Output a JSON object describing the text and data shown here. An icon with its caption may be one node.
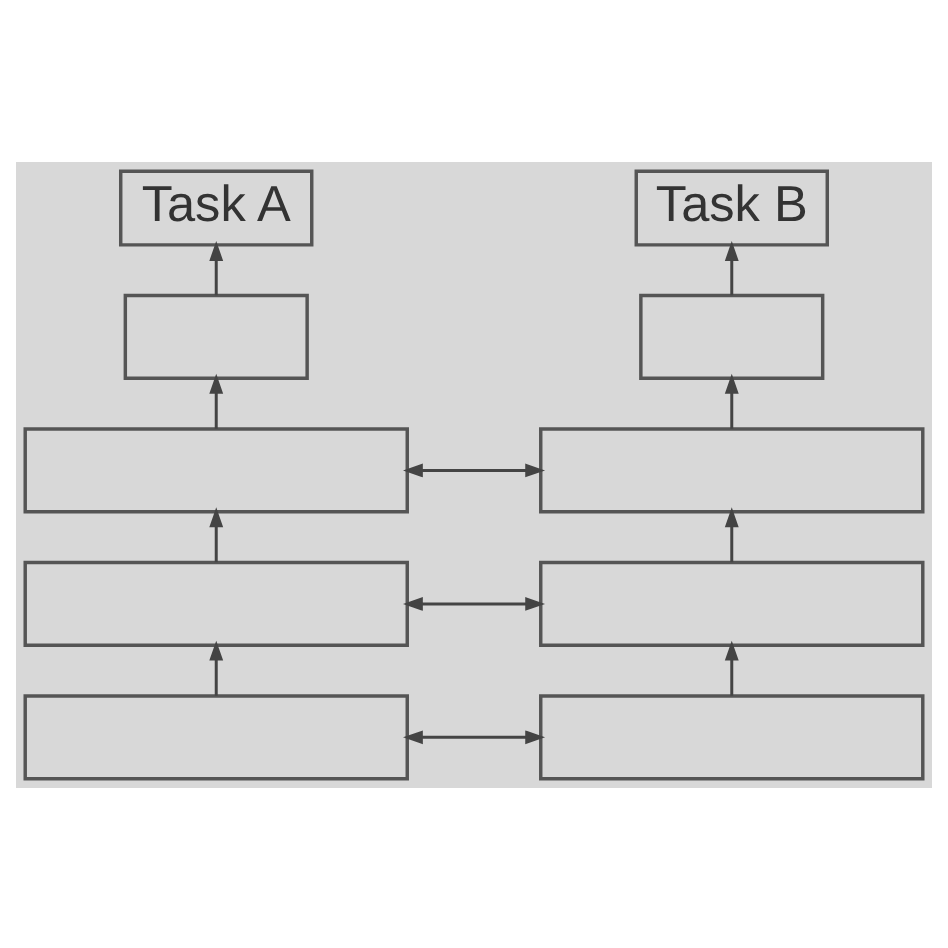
{
  "diagram": {
    "nodes": [
      {
        "text": [
          "Task A"
        ]
      },
      {
        "text": [
          "Task B"
        ]
      },
      {
        "text": [],
        "shape": "box"
      },
      {
        "text": [],
        "shape": "box"
      },
      {
        "text": [],
        "shape": "box"
      },
      {
        "text": [],
        "shape": "box"
      },
      {
        "text": [],
        "shape": "box"
      },
      {
        "text": [],
        "shape": "box"
      },
      {
        "text": [],
        "shape": "box"
      },
      {
        "text": [],
        "shape": "box"
      }
    ],
    "edges": [
      {
        "from": 8,
        "to": 6,
        "arrow": "to"
      },
      {
        "from": 6,
        "to": 4,
        "arrow": "to"
      },
      {
        "from": 4,
        "to": 2,
        "arrow": "to"
      },
      {
        "from": 2,
        "to": 0,
        "arrow": "to"
      },
      {
        "from": 9,
        "to": 7,
        "arrow": "to"
      },
      {
        "from": 7,
        "to": 5,
        "arrow": "to"
      },
      {
        "from": 5,
        "to": 3,
        "arrow": "to"
      },
      {
        "from": 3,
        "to": 1,
        "arrow": "to"
      },
      {
        "from": 4,
        "to": 5,
        "arrow": "both"
      },
      {
        "from": 6,
        "to": 7,
        "arrow": "both"
      },
      {
        "from": 8,
        "to": 9,
        "arrow": "both"
      }
    ]
  }
}
